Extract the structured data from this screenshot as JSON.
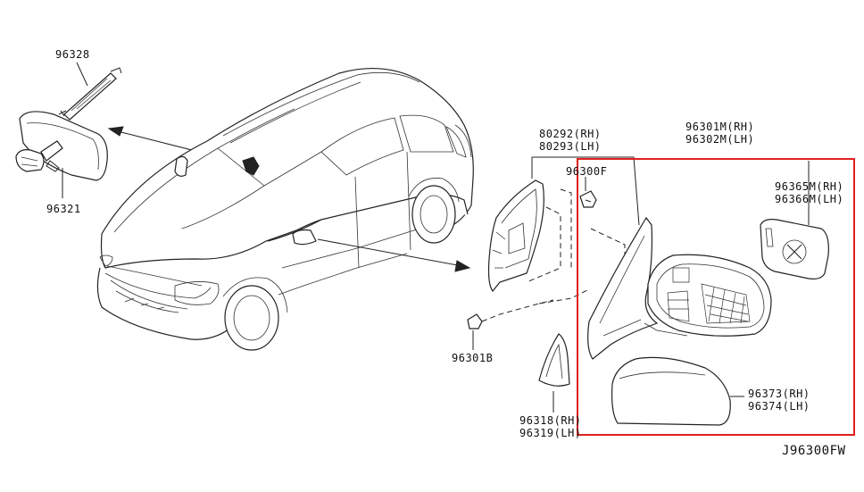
{
  "callouts": {
    "p96328": "96328",
    "p96321": "96321",
    "p80292": "80292(RH)",
    "p80293": "80293(LH)",
    "p96300F": "96300F",
    "p96301M": "96301M(RH)",
    "p96302M": "96302M(LH)",
    "p96365M": "96365M(RH)",
    "p96366M": "96366M(LH)",
    "p96301B": "96301B",
    "p96318": "96318(RH)",
    "p96319": "96319(LH)",
    "p96373": "96373(RH)",
    "p96374": "96374(LH)"
  },
  "diagram_code": "J96300FW",
  "colors": {
    "highlight": "#e02020",
    "line": "#222222",
    "background": "#ffffff"
  }
}
